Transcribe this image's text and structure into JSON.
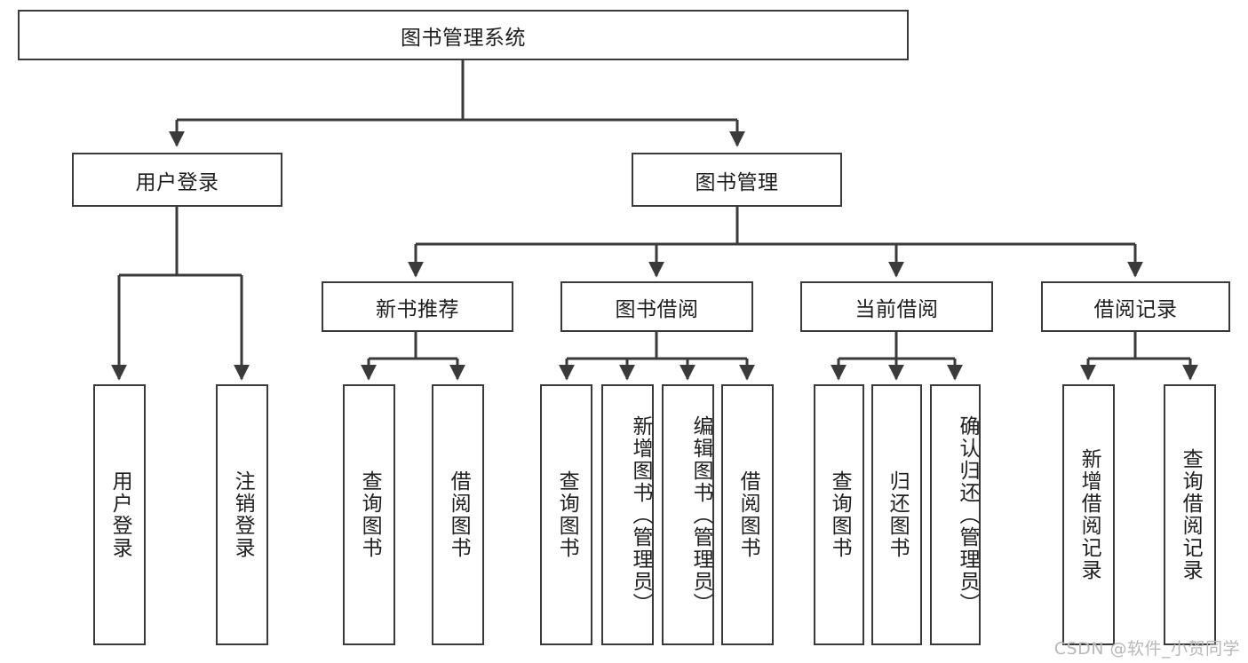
{
  "diagram": {
    "title": "图书管理系统",
    "watermark": "CSDN @软件_小贺同学",
    "type": "tree-hierarchy",
    "stroke_color": "#3a3a3a",
    "fill_color": "#ffffff",
    "text_color": "#1e1e1e",
    "root": {
      "id": "root",
      "label": "图书管理系统"
    },
    "level2": [
      {
        "id": "user-login",
        "label": "用户登录"
      },
      {
        "id": "book-manage",
        "label": "图书管理"
      }
    ],
    "level3": [
      {
        "id": "new-book-rec",
        "label": "新书推荐",
        "parent": "book-manage"
      },
      {
        "id": "book-borrow",
        "label": "图书借阅",
        "parent": "book-manage"
      },
      {
        "id": "current-borrow",
        "label": "当前借阅",
        "parent": "book-manage"
      },
      {
        "id": "borrow-record",
        "label": "借阅记录",
        "parent": "book-manage"
      }
    ],
    "leaves": {
      "user-login": [
        {
          "id": "leaf-user-login",
          "label": "用户登录"
        },
        {
          "id": "leaf-logout",
          "label": "注销登录"
        }
      ],
      "new-book-rec": [
        {
          "id": "leaf-query-book-1",
          "label": "查询图书"
        },
        {
          "id": "leaf-borrow-book-1",
          "label": "借阅图书"
        }
      ],
      "book-borrow": [
        {
          "id": "leaf-query-book-2",
          "label": "查询图书"
        },
        {
          "id": "leaf-add-book",
          "label": "新增图书（管理员）"
        },
        {
          "id": "leaf-edit-book",
          "label": "编辑图书（管理员）"
        },
        {
          "id": "leaf-borrow-book-2",
          "label": "借阅图书"
        }
      ],
      "current-borrow": [
        {
          "id": "leaf-query-book-3",
          "label": "查询图书"
        },
        {
          "id": "leaf-return-book",
          "label": "归还图书"
        },
        {
          "id": "leaf-confirm-return",
          "label": "确认归还（管理员）"
        }
      ],
      "borrow-record": [
        {
          "id": "leaf-add-record",
          "label": "新增借阅记录"
        },
        {
          "id": "leaf-query-record",
          "label": "查询借阅记录"
        }
      ]
    }
  }
}
